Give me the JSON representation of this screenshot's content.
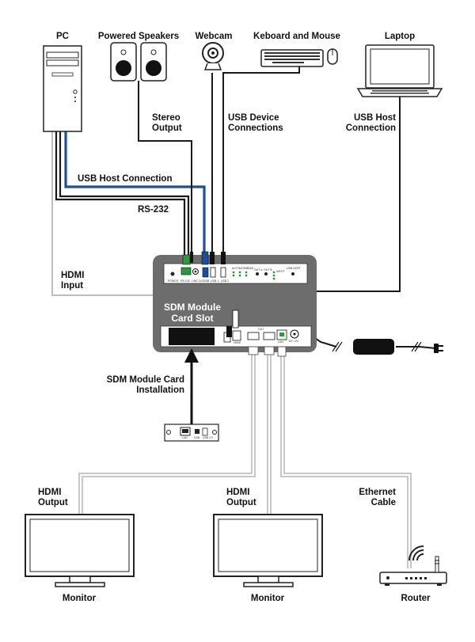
{
  "devices": {
    "pc": "PC",
    "speakers": "Powered Speakers",
    "webcam": "Webcam",
    "keyboard_mouse": "Keboard and Mouse",
    "laptop": "Laptop",
    "monitor_1": "Monitor",
    "monitor_2": "Monitor",
    "router": "Router"
  },
  "connections": {
    "stereo_output": [
      "Stereo",
      "Output"
    ],
    "usb_device_connections": [
      "USB Device",
      "Connections"
    ],
    "usb_host_connection_laptop": [
      "USB Host",
      "Connection"
    ],
    "usb_host_connection_pc": "USB Host Connection",
    "rs232": "RS-232",
    "hdmi_input": [
      "HDMI",
      "Input"
    ],
    "sdm_module_card_slot": [
      "SDM Module",
      "Card Slot"
    ],
    "sdm_module_card_installation": [
      "SDM Module Card",
      "Installation"
    ],
    "hdmi_output_1": [
      "HDMI",
      "Output"
    ],
    "hdmi_output_2": [
      "HDMI",
      "Output"
    ],
    "ethernet_cable": [
      "Ethernet",
      "Cable"
    ]
  },
  "panel_labels": {
    "power": "POWER",
    "rs232": "RS-232",
    "line_out": "LINE OUT",
    "usb": "USB",
    "usb1": "USB 1",
    "usb2": "USB 2",
    "auto": "AUTO",
    "video": "VIDEO",
    "hdmi": "HDMI",
    "out": "OUT",
    "out_a": "OUT A",
    "out_b": "OUT B",
    "input": "INPUT",
    "video_in": "VIDEO",
    "fw": "FW",
    "usb_host": "USB HOST",
    "hdmi_in": "HDMI",
    "out_label": "OUT",
    "lan": "LAN",
    "dc": "DC 12V",
    "card_lan": "LAN",
    "card_usb": "USB",
    "card_usb_host": "USB 2.0"
  },
  "colors": {
    "usb_blue": "#1b4f9b",
    "panel_gray": "#6d6d6d",
    "cable_black": "#1a1a1a",
    "cable_light": "#cfcfcf"
  }
}
